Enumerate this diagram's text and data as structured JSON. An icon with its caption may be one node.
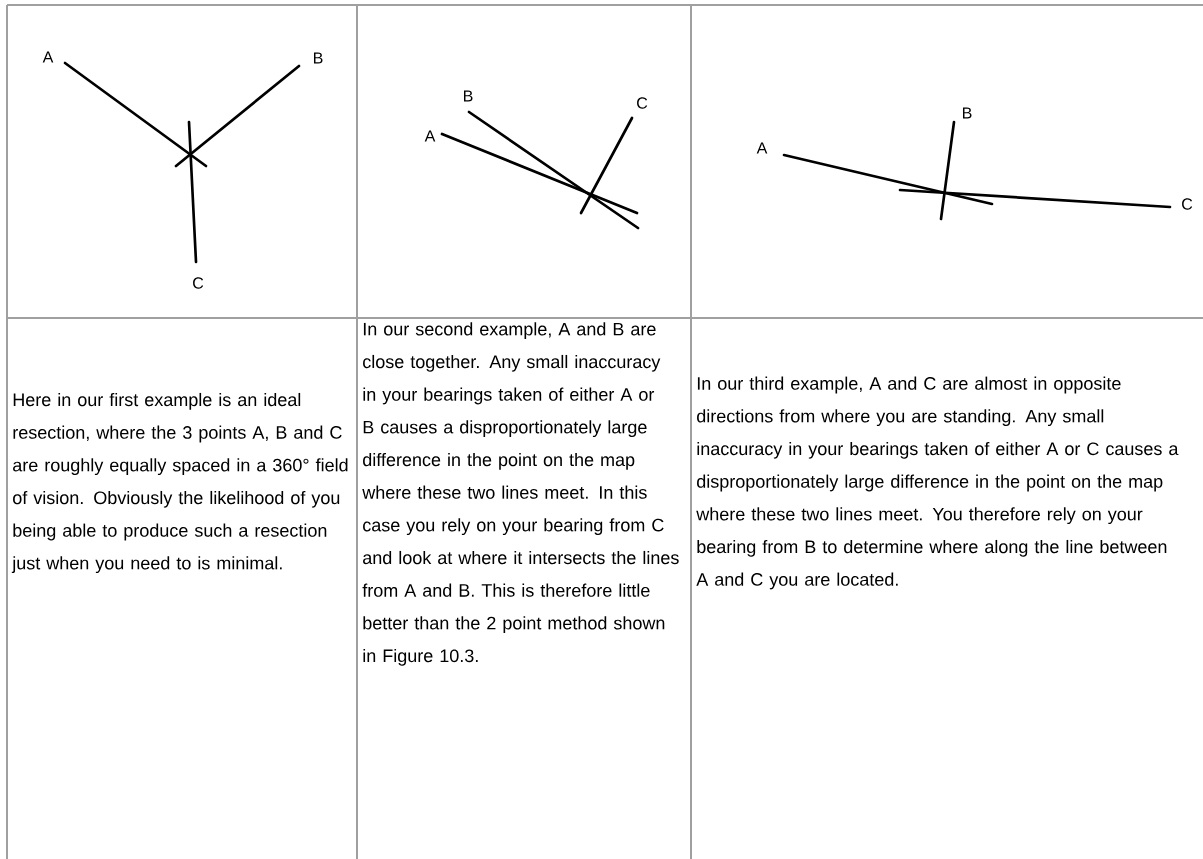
{
  "diagram": {
    "labels": [
      "A",
      "B",
      "C",
      "A",
      "B",
      "C",
      "A",
      "B",
      "C",
      "Here in our first example is an ideal resection, where the 3 points A, B and C are roughly equally spaced in a 360° field of vision. Obviously the likelihood of you being able to produce such a resection just when you need to is minimal.",
      "In our second example, A and B are close together. Any small inaccuracy in your bearings taken of either A or B causes a disproportionately large difference in the point on the map where these two lines meet. In this case you rely on your bearing from C and look at where it intersects the lines from A and B. This is therefore little better than the 2 point method shown in Figure 10.3.",
      "In our third example, A and C are almost in opposite directions from where you are standing. Any small inaccuracy in your bearings taken of either A or C causes a disproportionately large difference in the point on the map where these two lines meet. You therefore rely on your bearing from B to determine where along the line between A and C you are located."
    ]
  }
}
